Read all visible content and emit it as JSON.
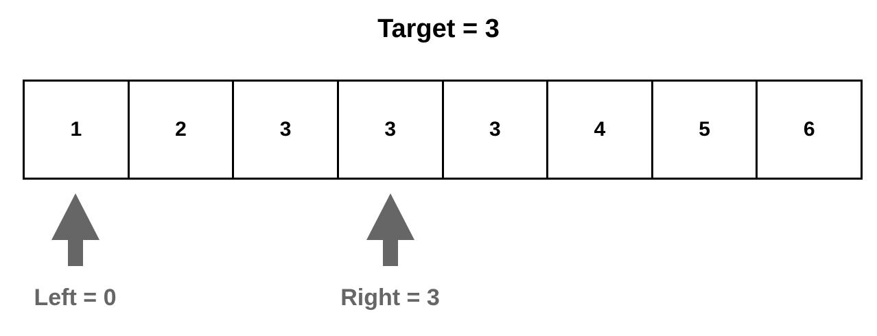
{
  "title": "Target = 3",
  "array": {
    "cells": [
      "1",
      "2",
      "3",
      "3",
      "3",
      "4",
      "5",
      "6"
    ]
  },
  "pointers": {
    "left": {
      "label": "Left = 0",
      "index": 0
    },
    "right": {
      "label": "Right = 3",
      "index": 3
    }
  },
  "colors": {
    "cell_border": "#000000",
    "pointer": "#666666",
    "text": "#000000"
  }
}
